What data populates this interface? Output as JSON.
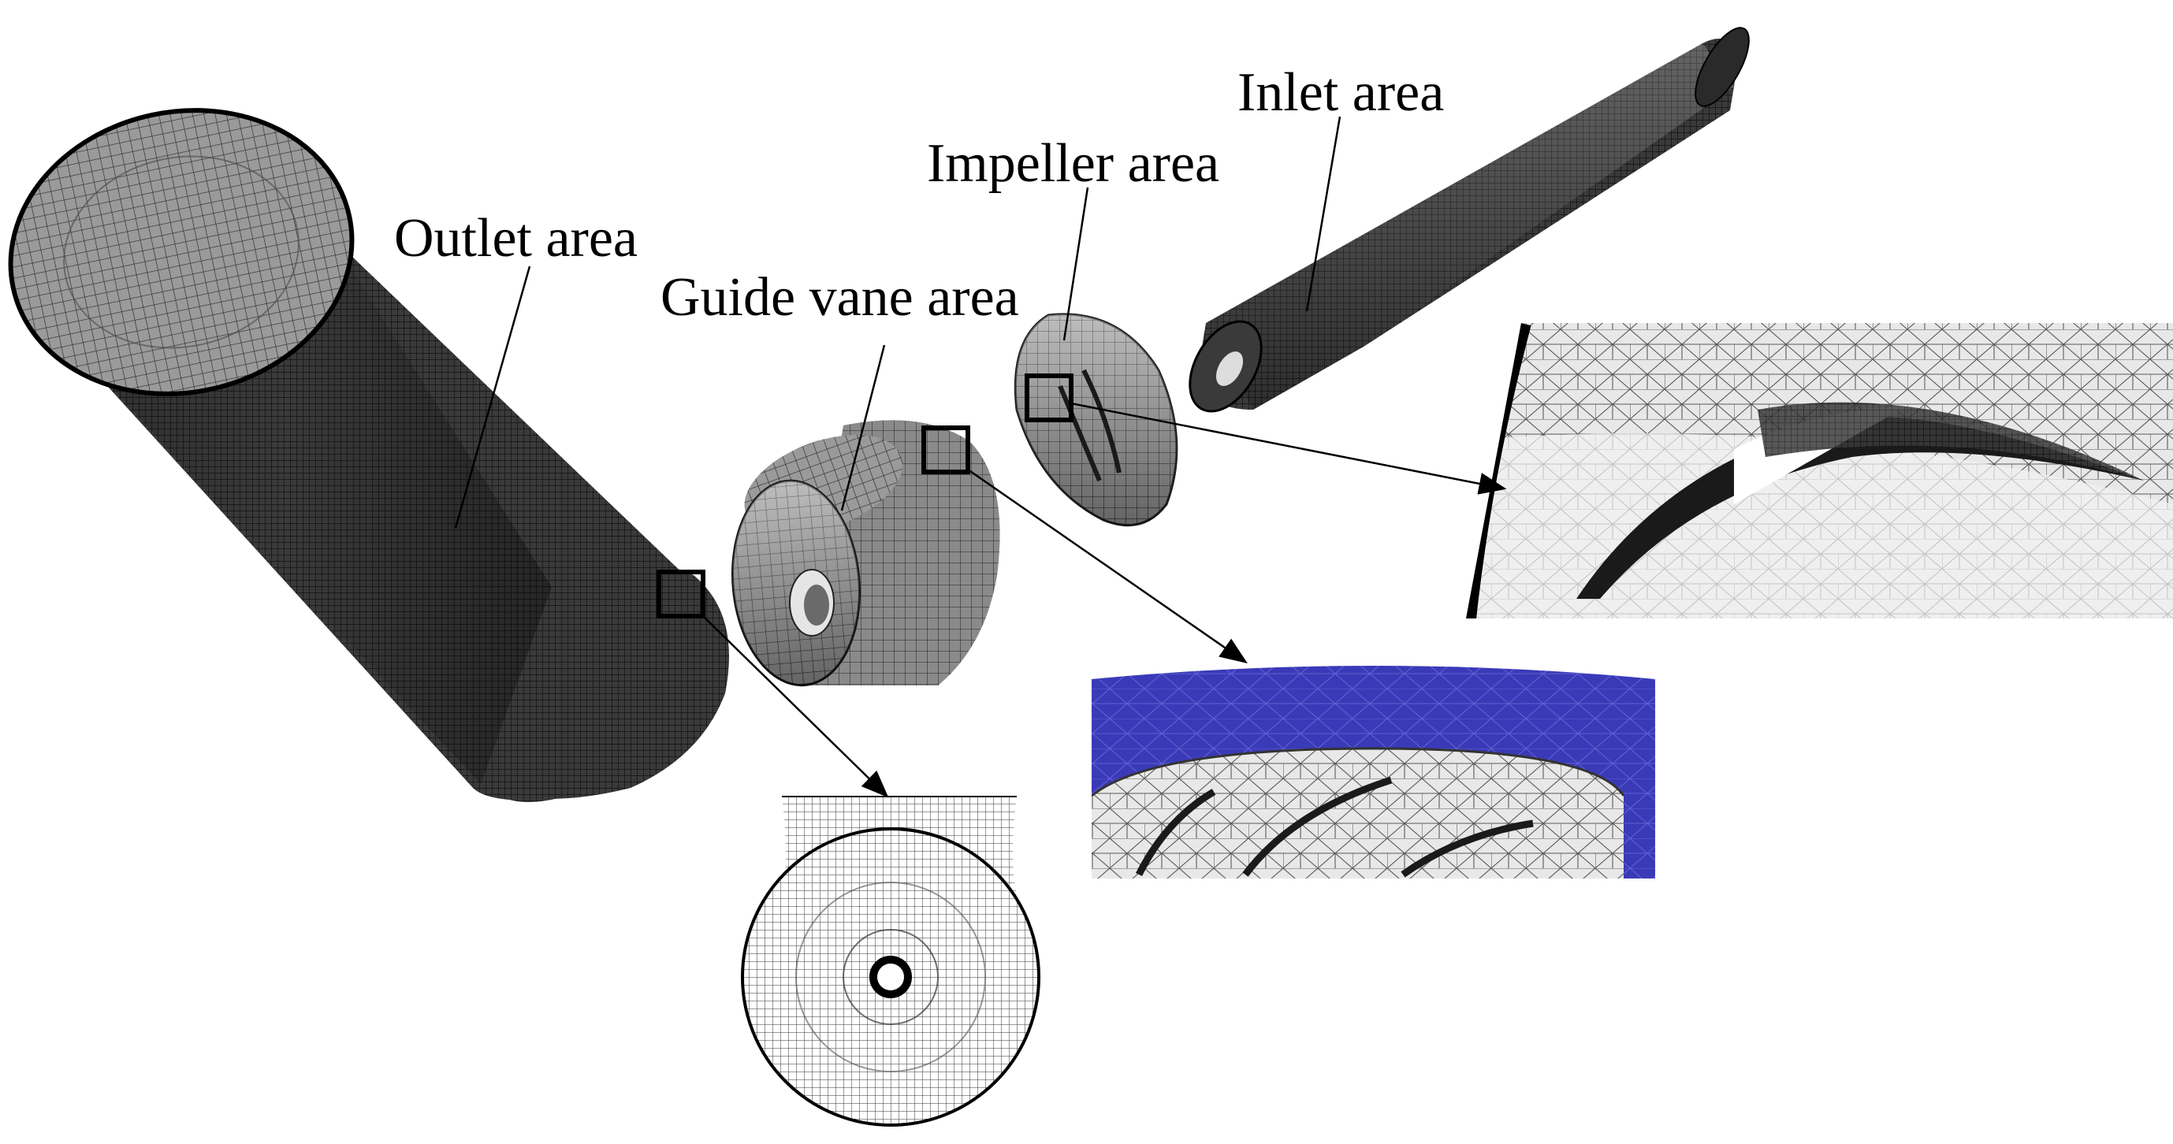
{
  "labels": {
    "outlet": "Outlet area",
    "guide_vane": "Guide vane area",
    "impeller": "Impeller area",
    "inlet": "Inlet area"
  },
  "colors": {
    "background": "#ffffff",
    "mesh_dark": "#1a1a1a",
    "mesh_light": "#d9d9d9",
    "shroud_blue": "#3d3dbd"
  }
}
